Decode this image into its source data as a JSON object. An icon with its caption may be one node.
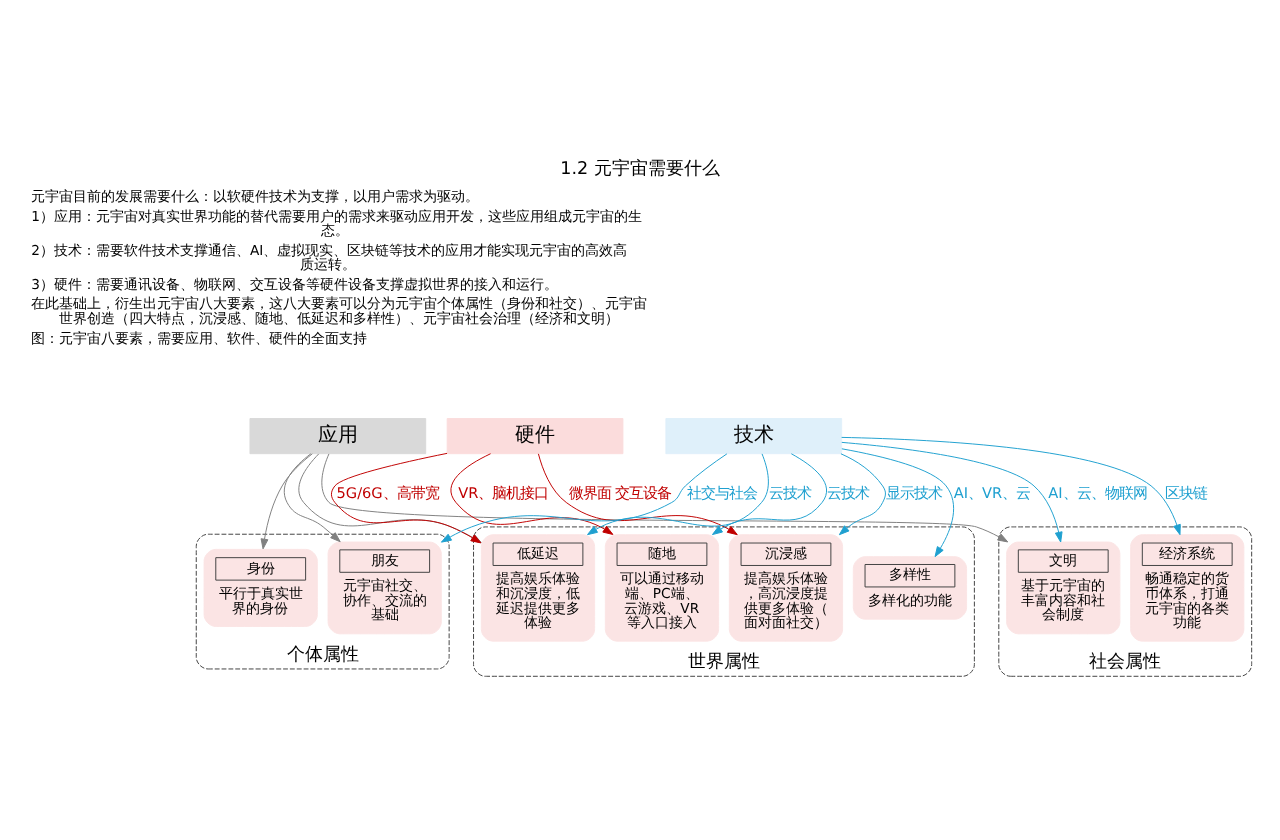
{
  "diagram": {
    "title": "1.2 元宇宙需要什么",
    "nodes": [
      {
        "text": [
          "应用"
        ]
      },
      {
        "text": [
          "硬件"
        ]
      },
      {
        "text": [
          "技术"
        ]
      },
      {
        "text": [
          "个体属性"
        ]
      },
      {
        "text": [
          "身份",
          "平行于真实世界的身份"
        ],
        "in": 3
      },
      {
        "text": [
          "朋友",
          "元宇宙社交、协作、交流的基础"
        ],
        "in": 3
      },
      {
        "text": [
          "世界属性"
        ]
      },
      {
        "text": [
          "沉浸感",
          "提高娱乐体验，高沉浸度提供更多体验（面对面社交）"
        ],
        "in": 6
      },
      {
        "text": [
          "随地",
          "可以通过移动端、PC端、云游戏、VR等入口接入"
        ],
        "in": 6
      },
      {
        "text": [
          "低延迟",
          "提高娱乐体验和沉浸度，低延迟提供更多体验"
        ],
        "in": 6
      },
      {
        "text": [
          "多样性",
          "多样化的功能"
        ],
        "in": 6
      },
      {
        "text": [
          "社会属性"
        ]
      },
      {
        "text": [
          "经济系统",
          "畅通稳定的货币体系，打通元宇宙的各类功能"
        ],
        "in": 11
      },
      {
        "text": [
          "文明",
          "基于元宇宙的丰富内容和社会制度"
        ],
        "in": 11
      }
    ],
    "edges": [
      {
        "from": 0,
        "to": 4,
        "arrow": "to",
        "color": "#808080"
      },
      {
        "from": 0,
        "to": 5,
        "arrow": "to",
        "color": "#808080"
      },
      {
        "from": 0,
        "to": 9,
        "arrow": "to",
        "color": "#808080"
      },
      {
        "from": 0,
        "to": 13,
        "arrow": "to",
        "color": "#808080"
      },
      {
        "from": 1,
        "to": 7,
        "arrow": "to",
        "label": "微界面 交互设备",
        "color": "#c00000"
      },
      {
        "from": 1,
        "to": 8,
        "arrow": "to",
        "label": "VR、脑机接口",
        "color": "#c00000"
      },
      {
        "from": 1,
        "to": 9,
        "arrow": "to",
        "label": "5G/6G、高带宽",
        "color": "#c00000"
      },
      {
        "from": 2,
        "to": 5,
        "arrow": "to",
        "label": "社交与社会",
        "color": "#1fa0d0"
      },
      {
        "from": 2,
        "to": 7,
        "arrow": "to",
        "label": "显示技术",
        "color": "#1fa0d0"
      },
      {
        "from": 2,
        "to": 8,
        "arrow": "to",
        "label": "云技术",
        "color": "#1fa0d0"
      },
      {
        "from": 2,
        "to": 9,
        "arrow": "to",
        "label": "云技术",
        "color": "#1fa0d0"
      },
      {
        "from": 2,
        "to": 10,
        "arrow": "to",
        "label": "AI、VR、云",
        "color": "#1fa0d0"
      },
      {
        "from": 2,
        "to": 12,
        "arrow": "to",
        "label": "区块链",
        "color": "#1fa0d0"
      },
      {
        "from": 2,
        "to": 13,
        "arrow": "to",
        "label": "AI、云、物联网",
        "color": "#1fa0d0"
      }
    ],
    "labels": [
      "元宇宙目前的发展需要什么：以软硬件技术为支撑，以用户需求为驱动。",
      "1）应用：元宇宙对真实世界功能的替代需要用户的需求来驱动应用开发，这些应用组成元宇宙的生态。",
      "2）技术：需要软件技术支撑通信、AI、虚拟现实、区块链等技术的应用才能实现元宇宙的高效高质运转。",
      "3）硬件：需要通讯设备、物联网、交互设备等硬件设备支撑虚拟世界的接入和运行。",
      "在此基础上，衍生出元宇宙八大要素，这八大要素可以分为元宇宙个体属性（身份和社交）、元宇宙世界创造（四大特点，沉浸感、随地、低延迟和多样性）、元宇宙社会治理（经济和文明）",
      "图：元宇宙八要素，需要应用、软件、硬件的全面支持"
    ]
  }
}
